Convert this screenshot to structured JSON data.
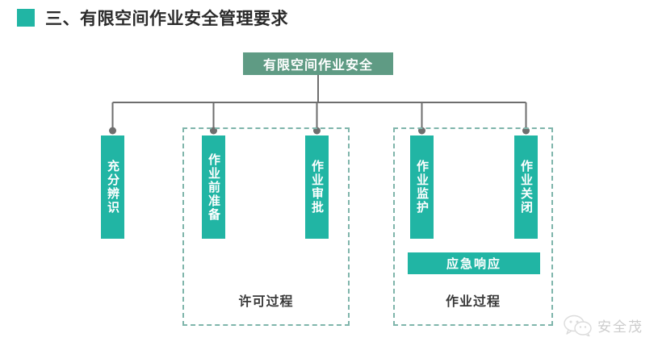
{
  "header": {
    "bullet_color": "#21b5a4",
    "title": "三、有限空间作业安全管理要求"
  },
  "diagram": {
    "root": {
      "label": "有限空间作业安全",
      "color": "#5f9b84"
    },
    "connector_color": "#6e6e6e",
    "node_color": "#21b5a4",
    "dashed_border_color": "#7fb5ab",
    "nodes": [
      {
        "id": "node-1",
        "label": "充分辨识"
      },
      {
        "id": "node-2",
        "label": "作业前准备"
      },
      {
        "id": "node-3",
        "label": "作业审批"
      },
      {
        "id": "node-4",
        "label": "作业监护"
      },
      {
        "id": "node-5",
        "label": "作业关闭"
      }
    ],
    "emergency": {
      "label": "应急响应"
    },
    "groups": [
      {
        "id": "group-permit",
        "label": "许可过程"
      },
      {
        "id": "group-operate",
        "label": "作业过程"
      }
    ]
  },
  "watermark": {
    "icon": "wechat-icon",
    "text": "安全茂"
  }
}
